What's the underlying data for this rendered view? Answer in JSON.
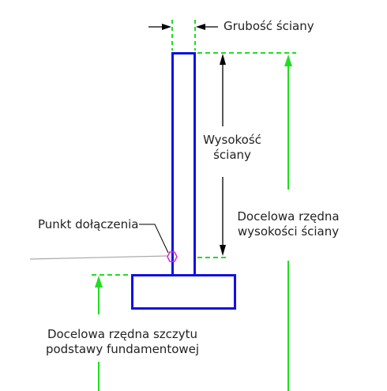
{
  "labels": {
    "wall_thickness": "Grubość ściany",
    "wall_height_line1": "Wysokość",
    "wall_height_line2": "ściany",
    "target_height_line1": "Docelowa rzędna",
    "target_height_line2": "wysokości ściany",
    "attach_point": "Punkt dołączenia",
    "target_footing_line1": "Docelowa rzędna szczytu",
    "target_footing_line2": "podstawy fundamentowej"
  },
  "colors": {
    "structure": "#1010e0",
    "dimension_green": "#22dd22",
    "dimension_black": "#000000",
    "attach_marker": "#e020e0",
    "ground_line": "#a8a8a8",
    "text": "#222222"
  }
}
